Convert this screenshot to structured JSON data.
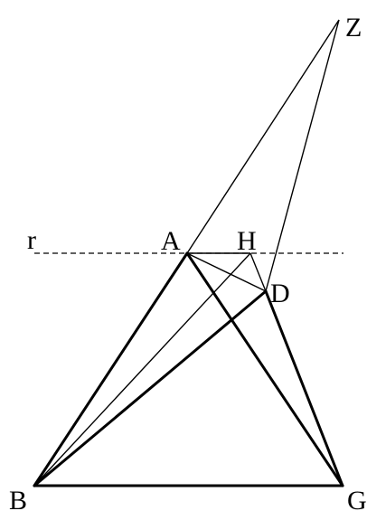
{
  "diagram": {
    "labels": {
      "r": "r",
      "A": "A",
      "H": "H",
      "Z": "Z",
      "D": "D",
      "B": "B",
      "G": "G"
    },
    "colors": {
      "stroke": "#000000",
      "background": "#ffffff"
    }
  }
}
